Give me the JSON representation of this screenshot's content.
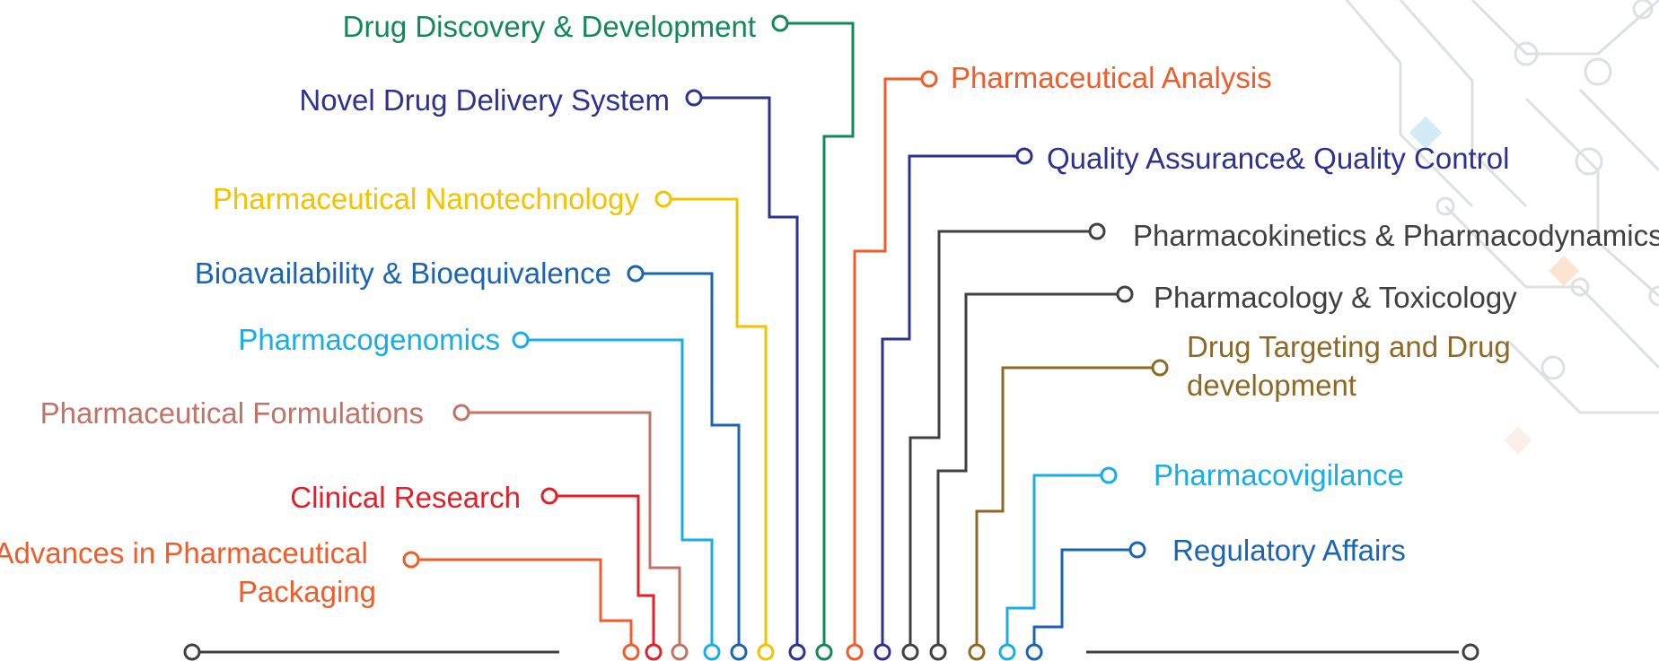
{
  "topics_left": [
    {
      "label": "Drug Discovery & Development",
      "color": "#14885a"
    },
    {
      "label": "Novel Drug Delivery System",
      "color": "#2e3192"
    },
    {
      "label": "Pharmaceutical Nanotechnology",
      "color": "#f5c200"
    },
    {
      "label": "Bioavailability & Bioequivalence",
      "color": "#1b64b4"
    },
    {
      "label": "Pharmacogenomics",
      "color": "#18ade6"
    },
    {
      "label": "Pharmaceutical Formulations",
      "color": "#c27367"
    },
    {
      "label": "Clinical Research",
      "color": "#e3202a"
    },
    {
      "label": "Advances in Pharmaceutical Packaging",
      "color": "#f05c2a"
    }
  ],
  "topics_right": [
    {
      "label": "Pharmaceutical Analysis",
      "color": "#f05c2a"
    },
    {
      "label": "Quality Assurance& Quality Control",
      "color": "#2e3192"
    },
    {
      "label": "Pharmacokinetics & Pharmacodynamics",
      "color": "#404040"
    },
    {
      "label": "Pharmacology & Toxicology",
      "color": "#404040"
    },
    {
      "label": "Drug Targeting and Drug development",
      "color": "#8c6a26"
    },
    {
      "label": "Pharmacovigilance",
      "color": "#18ade6"
    },
    {
      "label": "Regulatory Affairs",
      "color": "#1b64b4"
    }
  ],
  "base_line_color": "#404040"
}
